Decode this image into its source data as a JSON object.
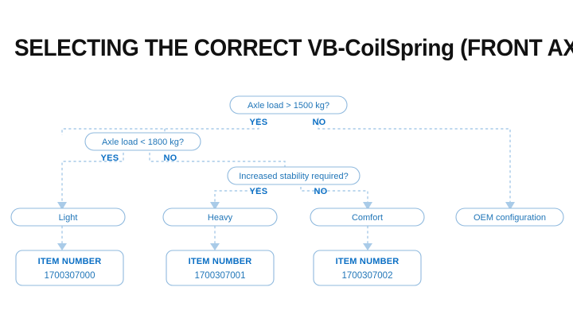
{
  "page": {
    "title": "SELECTING THE CORRECT VB-CoilSpring (FRONT AXLE)",
    "background_color": "#ffffff",
    "accent_color": "#0b6fc4",
    "line_color": "#a9cbe8",
    "box_border_color": "#8fb9de",
    "text_color": "#2176b8",
    "title_color": "#111111"
  },
  "flowchart": {
    "type": "decision-tree",
    "decisions": [
      {
        "id": "d1",
        "question": "Axle load > 1500 kg?",
        "yes_label": "YES",
        "no_label": "NO",
        "yes_target": "d2",
        "no_target": "oem"
      },
      {
        "id": "d2",
        "question": "Axle load < 1800 kg?",
        "yes_label": "YES",
        "no_label": "NO",
        "yes_target": "light",
        "no_target": "d3"
      },
      {
        "id": "d3",
        "question": "Increased stability required?",
        "yes_label": "YES",
        "no_label": "NO",
        "yes_target": "heavy",
        "no_target": "comfort"
      }
    ],
    "results": [
      {
        "id": "light",
        "label": "Light"
      },
      {
        "id": "heavy",
        "label": "Heavy"
      },
      {
        "id": "comfort",
        "label": "Comfort"
      },
      {
        "id": "oem",
        "label": "OEM configuration"
      }
    ],
    "item_number_heading": "ITEM NUMBER",
    "items": [
      {
        "for": "light",
        "heading": "ITEM NUMBER",
        "number": "1700307000"
      },
      {
        "for": "heavy",
        "heading": "ITEM NUMBER",
        "number": "1700307001"
      },
      {
        "for": "comfort",
        "heading": "ITEM NUMBER",
        "number": "1700307002"
      }
    ]
  }
}
